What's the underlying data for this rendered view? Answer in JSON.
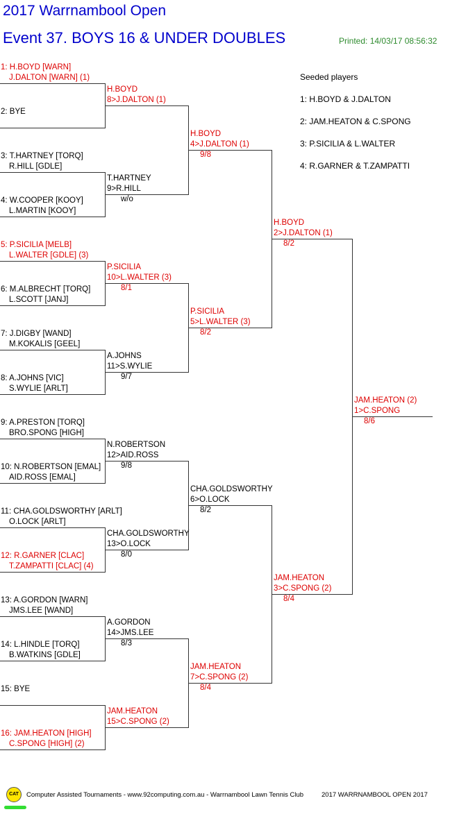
{
  "header": {
    "tournament": "2017 Warrnambool Open",
    "event": "Event 37. BOYS 16 & UNDER DOUBLES",
    "printed": "Printed: 14/03/17 08:56:32"
  },
  "seeds": {
    "title": "Seeded players",
    "list": [
      "1: H.BOYD & J.DALTON",
      "2: JAM.HEATON & C.SPONG",
      "3: P.SICILIA & L.WALTER",
      "4: R.GARNER & T.ZAMPATTI"
    ]
  },
  "round1": [
    {
      "l1": "1: H.BOYD [WARN]",
      "l2": "J.DALTON [WARN] (1)",
      "seeded": true
    },
    {
      "l1": "2: BYE",
      "l2": "",
      "seeded": false
    },
    {
      "l1": "3: T.HARTNEY [TORQ]",
      "l2": "R.HILL [GDLE]",
      "seeded": false
    },
    {
      "l1": "4: W.COOPER [KOOY]",
      "l2": "L.MARTIN [KOOY]",
      "seeded": false
    },
    {
      "l1": "5: P.SICILIA [MELB]",
      "l2": "L.WALTER [GDLE] (3)",
      "seeded": true
    },
    {
      "l1": "6: M.ALBRECHT [TORQ]",
      "l2": "L.SCOTT [JANJ]",
      "seeded": false
    },
    {
      "l1": "7: J.DIGBY [WAND]",
      "l2": "M.KOKALIS [GEEL]",
      "seeded": false
    },
    {
      "l1": "8: A.JOHNS [VIC]",
      "l2": "S.WYLIE [ARLT]",
      "seeded": false
    },
    {
      "l1": "9: A.PRESTON [TORQ]",
      "l2": "BRO.SPONG [HIGH]",
      "seeded": false
    },
    {
      "l1": "10: N.ROBERTSON [EMAL]",
      "l2": "AID.ROSS [EMAL]",
      "seeded": false
    },
    {
      "l1": "11: CHA.GOLDSWORTHY [ARLT]",
      "l2": "O.LOCK [ARLT]",
      "seeded": false
    },
    {
      "l1": "12: R.GARNER [CLAC]",
      "l2": "T.ZAMPATTI [CLAC] (4)",
      "seeded": true
    },
    {
      "l1": "13: A.GORDON [WARN]",
      "l2": "JMS.LEE [WAND]",
      "seeded": false
    },
    {
      "l1": "14: L.HINDLE [TORQ]",
      "l2": "B.WATKINS [GDLE]",
      "seeded": false
    },
    {
      "l1": "15: BYE",
      "l2": "",
      "seeded": false
    },
    {
      "l1": "16: JAM.HEATON [HIGH]",
      "l2": "C.SPONG [HIGH] (2)",
      "seeded": true
    }
  ],
  "round2": [
    {
      "l1": "H.BOYD",
      "l2": "8>J.DALTON (1)",
      "score": "",
      "seeded": true
    },
    {
      "l1": "T.HARTNEY",
      "l2": "9>R.HILL",
      "score": "w/o",
      "seeded": false
    },
    {
      "l1": "P.SICILIA",
      "l2": "10>L.WALTER (3)",
      "score": "8/1",
      "seeded": true
    },
    {
      "l1": "A.JOHNS",
      "l2": "11>S.WYLIE",
      "score": "9/7",
      "seeded": false
    },
    {
      "l1": "N.ROBERTSON",
      "l2": "12>AID.ROSS",
      "score": "9/8",
      "seeded": false
    },
    {
      "l1": "CHA.GOLDSWORTHY",
      "l2": "13>O.LOCK",
      "score": "8/0",
      "seeded": false
    },
    {
      "l1": "A.GORDON",
      "l2": "14>JMS.LEE",
      "score": "8/3",
      "seeded": false
    },
    {
      "l1": "JAM.HEATON",
      "l2": "15>C.SPONG (2)",
      "score": "",
      "seeded": true
    }
  ],
  "round3": [
    {
      "l1": "H.BOYD",
      "l2": "4>J.DALTON (1)",
      "score": "9/8",
      "seeded": true
    },
    {
      "l1": "P.SICILIA",
      "l2": "5>L.WALTER (3)",
      "score": "8/2",
      "seeded": true
    },
    {
      "l1": "CHA.GOLDSWORTHY",
      "l2": "6>O.LOCK",
      "score": "8/2",
      "seeded": false
    },
    {
      "l1": "JAM.HEATON",
      "l2": "7>C.SPONG (2)",
      "score": "8/4",
      "seeded": true
    }
  ],
  "round4": [
    {
      "l1": "H.BOYD",
      "l2": "2>J.DALTON (1)",
      "score": "8/2",
      "seeded": true
    },
    {
      "l1": "JAM.HEATON",
      "l2": "3>C.SPONG (2)",
      "score": "8/4",
      "seeded": true
    }
  ],
  "final": {
    "l1": "JAM.HEATON (2)",
    "l2": "1>C.SPONG",
    "score": "8/6",
    "seeded": true
  },
  "footer": {
    "logo": "CAT",
    "text": "Computer Assisted Tournaments - www.92computing.com.au -  Warrnambool Lawn Tennis Club",
    "right": "2017 WARRNAMBOOL OPEN 2017"
  }
}
